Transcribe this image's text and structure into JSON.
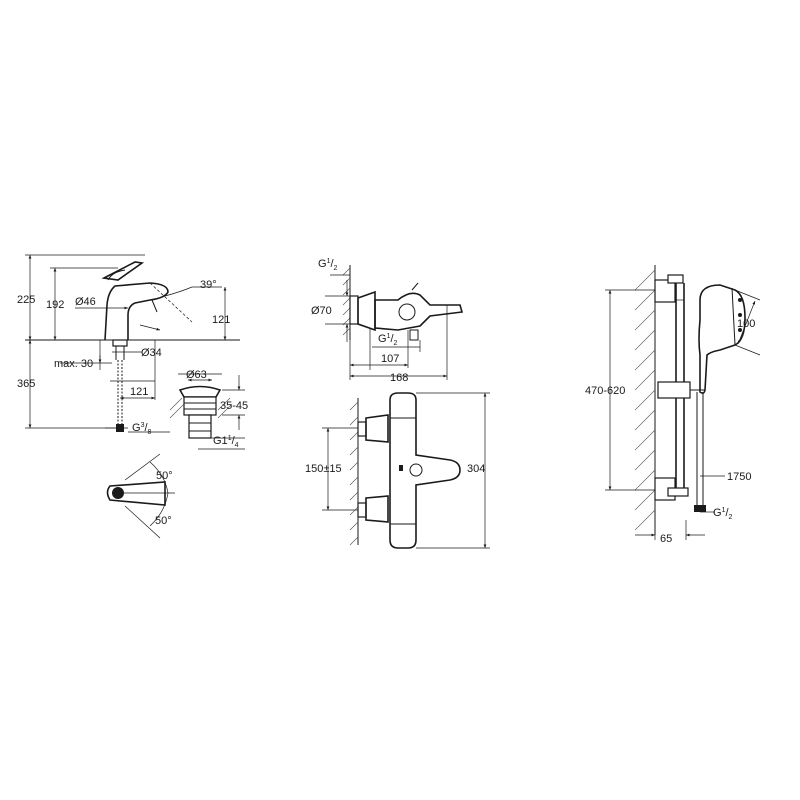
{
  "basin_mixer": {
    "height_total": "225",
    "height_spout": "192",
    "spout_diameter": "Ø46",
    "lever_angle": "39°",
    "spout_reach": "121",
    "max_deck": "max. 30",
    "hole_diameter": "Ø34",
    "below_deck": "365",
    "tail_offset": "121",
    "connection": "G",
    "connection_num": "3",
    "connection_den": "8",
    "waste_diameter": "Ø63",
    "waste_range": "35-45",
    "waste_thread": "G1",
    "waste_thread_num": "1",
    "waste_thread_den": "4",
    "swivel_angle_top": "50°",
    "swivel_angle_bottom": "50°"
  },
  "bath_thermostat": {
    "connection": "G",
    "connection_num": "1",
    "connection_den": "2",
    "escutcheon_diameter": "Ø70",
    "outlet": "G",
    "outlet_num": "1",
    "outlet_den": "2",
    "depth": "107",
    "total_depth": "168",
    "centres": "150±15",
    "length": "304"
  },
  "shower_set": {
    "rail_height": "470-620",
    "hand_shower_diameter": "100",
    "hose_length": "1750",
    "hose_connection": "G",
    "hose_connection_num": "1",
    "hose_connection_den": "2",
    "wall_distance": "65"
  }
}
